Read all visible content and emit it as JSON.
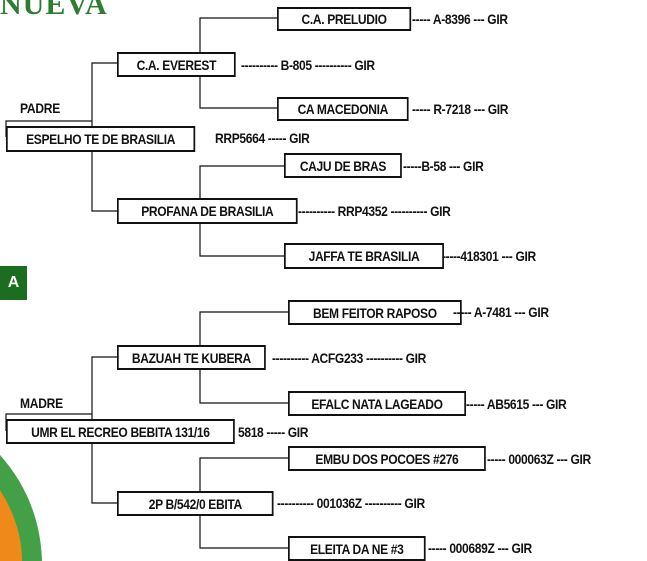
{
  "brand": "NUEVA",
  "tab_label": "A",
  "colors": {
    "brand": "#2e7d32",
    "tab": "#1b6e20",
    "line": "#111111",
    "swirl_green": "#43a047",
    "swirl_orange": "#ef8a1a"
  },
  "sire": {
    "heading": "PADRE",
    "name": "ESPELHO TE DE BRASILIA",
    "info": "RRP5664  ----- GIR",
    "parents": [
      {
        "name": "C.A. EVEREST",
        "info": "---------- B-805     ---------- GIR",
        "parents": [
          {
            "name": "C.A. PRELUDIO",
            "info": "----- A-8396   --- GIR"
          },
          {
            "name": "CA MACEDONIA",
            "info": "----- R-7218  --- GIR"
          }
        ]
      },
      {
        "name": "PROFANA DE BRASILIA",
        "info": "---------- RRP4352  ---------- GIR",
        "parents": [
          {
            "name": "CAJU DE BRAS",
            "info": "-----B-58  --- GIR"
          },
          {
            "name": "JAFFA TE BRASILIA",
            "info": "-----418301  --- GIR"
          }
        ]
      }
    ]
  },
  "dam": {
    "heading": "MADRE",
    "name": "UMR EL RECREO BEBITA 131/16",
    "info": "5818  ----- GIR",
    "parents": [
      {
        "name": "BAZUAH TE KUBERA",
        "info": "---------- ACFG233  ---------- GIR",
        "parents": [
          {
            "name": "BEM FEITOR RAPOSO",
            "info": "----- A-7481  --- GIR"
          },
          {
            "name": "EFALC NATA LAGEADO",
            "info": "----- AB5615   --- GIR"
          }
        ]
      },
      {
        "name": "2P B/542/0 EBITA",
        "info": "---------- 001036Z  ---------- GIR",
        "parents": [
          {
            "name": "EMBU DOS POCOES #276",
            "info": "----- 000063Z  --- GIR"
          },
          {
            "name": "ELEITA DA NE #3",
            "info": "----- 000689Z  --- GIR"
          }
        ]
      }
    ]
  }
}
